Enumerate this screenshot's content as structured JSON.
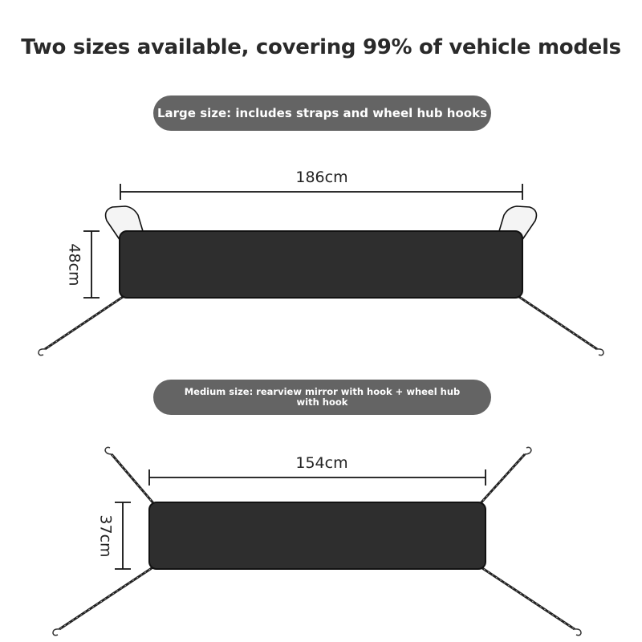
{
  "header": {
    "title": "Two sizes available, covering 99% of vehicle models"
  },
  "large": {
    "label": "Large size: includes straps and wheel hub hooks",
    "width": "186cm",
    "height": "48cm"
  },
  "medium": {
    "label": "Medium size: rearview mirror with hook + wheel hub with hook",
    "width": "154cm",
    "height": "37cm"
  },
  "colors": {
    "pill": "#646464",
    "cover": "#2e2e2e",
    "line": "#111111"
  }
}
